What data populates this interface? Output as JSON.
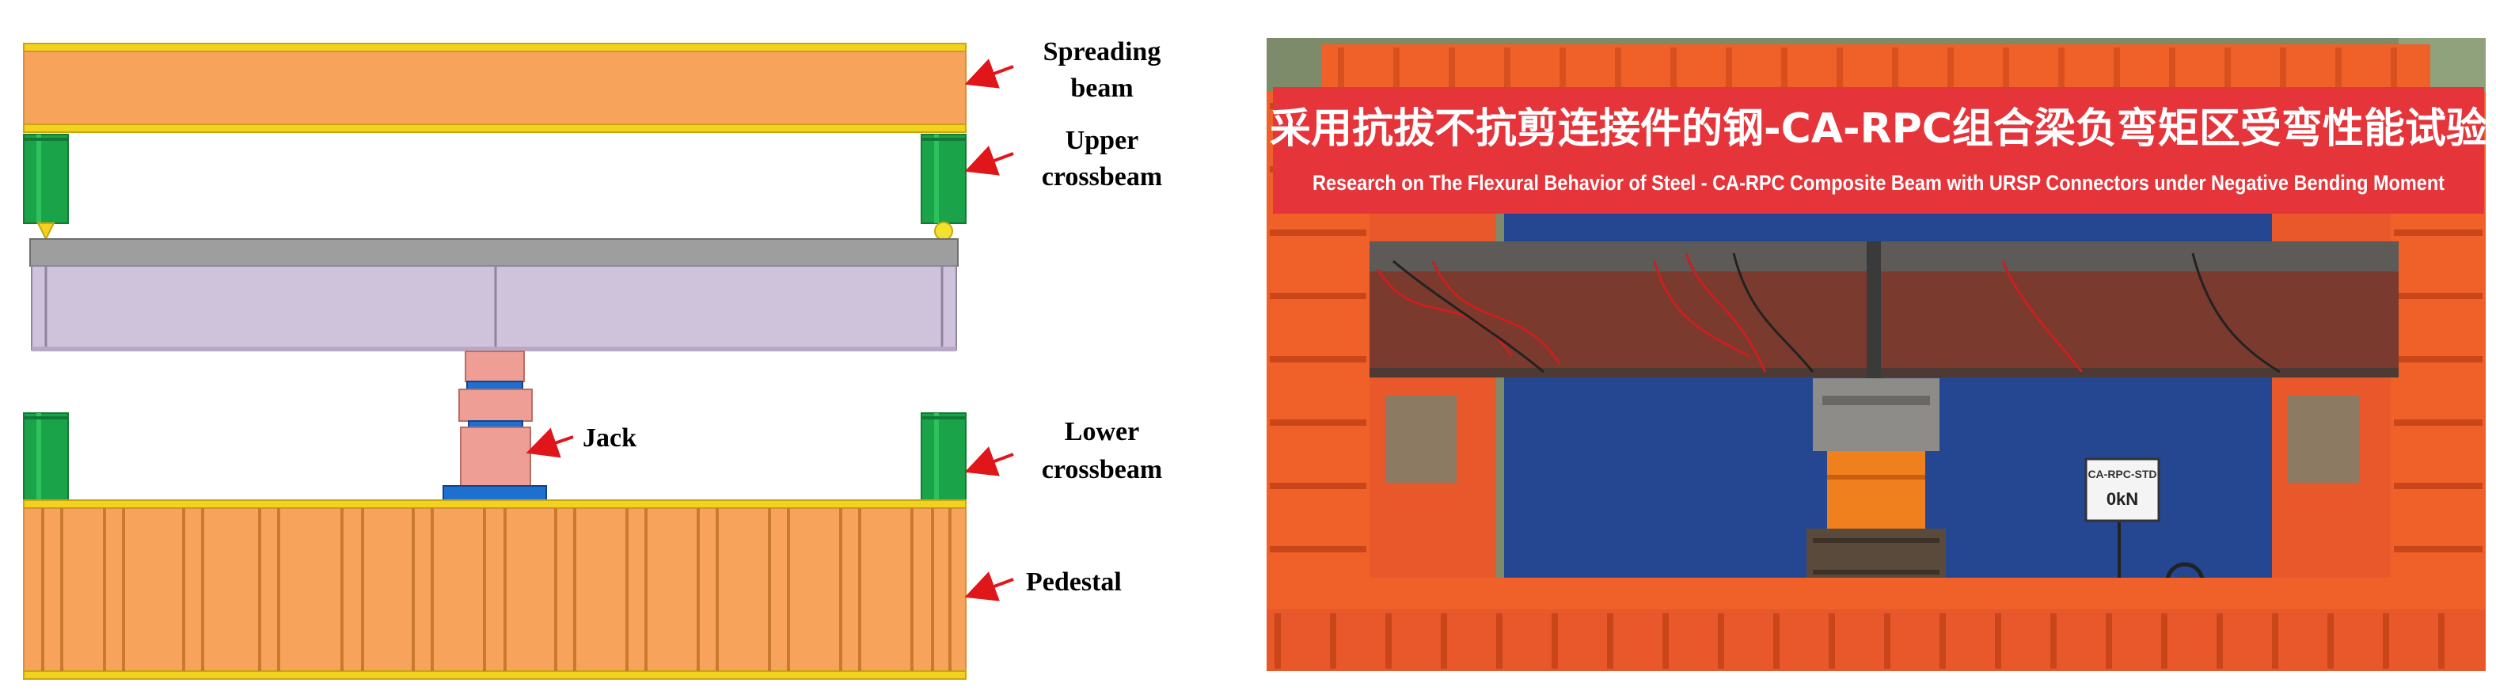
{
  "diagram": {
    "labels": {
      "spreading_beam_line1": "Spreading",
      "spreading_beam_line2": "beam",
      "upper_crossbeam_line1": "Upper",
      "upper_crossbeam_line2": "crossbeam",
      "jack": "Jack",
      "lower_crossbeam_line1": "Lower",
      "lower_crossbeam_line2": "crossbeam",
      "pedestal": "Pedestal"
    },
    "colors": {
      "beam_orange": "#F7A35C",
      "beam_edge": "#D4903A",
      "flange_yellow": "#F2D21E",
      "crossbeam_green": "#1BA34A",
      "specimen_lilac": "#CFC3DC",
      "specimen_flange": "#9E9E9E",
      "jack_pink": "#EE9E94",
      "jack_base_blue": "#1E6FD0",
      "arrow_red": "#E0161B"
    }
  },
  "photo": {
    "banner_cn": "采用抗拔不抗剪连接件的钢-CA-RPC组合梁负弯矩区受弯性能试验",
    "banner_en": "Research on The Flexural Behavior of Steel - CA-RPC Composite Beam with URSP Connectors under Negative Bending Moment",
    "display_line1": "CA-RPC-STD",
    "display_line2": "0kN",
    "colors": {
      "frame_orange": "#F0612A",
      "banner_red": "#E5343A",
      "tarp_blue": "#2A4C9A"
    }
  }
}
